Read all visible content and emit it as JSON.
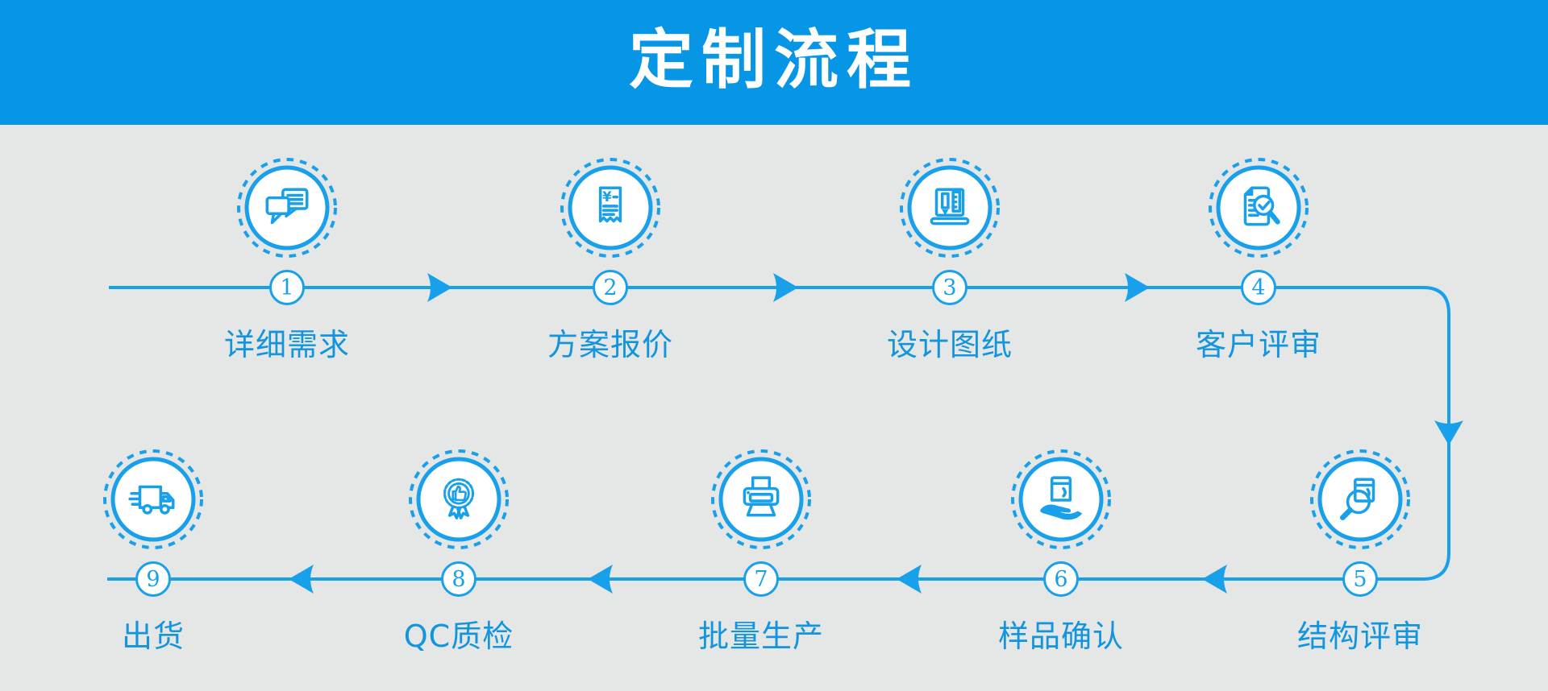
{
  "title": "定制流程",
  "colors": {
    "banner": "#0795E6",
    "accent": "#18A0EA",
    "label": "#1295DC",
    "background": "#E5E6E6"
  },
  "steps": [
    {
      "number": "1",
      "label": "详细需求",
      "icon": "chat-bubbles-icon"
    },
    {
      "number": "2",
      "label": "方案报价",
      "icon": "invoice-receipt-icon"
    },
    {
      "number": "3",
      "label": "设计图纸",
      "icon": "design-drawing-icon"
    },
    {
      "number": "4",
      "label": "客户评审",
      "icon": "document-review-icon"
    },
    {
      "number": "5",
      "label": "结构评审",
      "icon": "structure-inspection-icon"
    },
    {
      "number": "6",
      "label": "样品确认",
      "icon": "sample-hand-icon"
    },
    {
      "number": "7",
      "label": "批量生产",
      "icon": "printer-icon"
    },
    {
      "number": "8",
      "label": "QC质检",
      "icon": "qc-badge-icon"
    },
    {
      "number": "9",
      "label": "出货",
      "icon": "delivery-truck-icon"
    }
  ]
}
